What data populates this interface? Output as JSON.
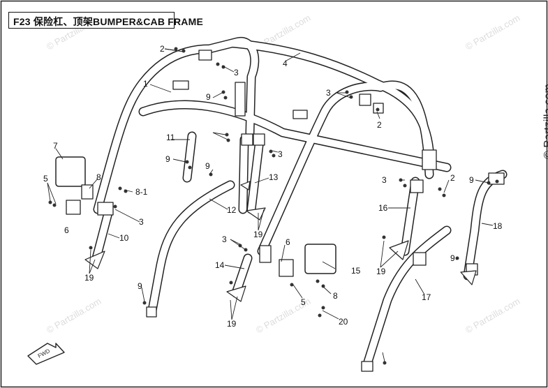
{
  "title": "F23 保险杠、顶架BUMPER&CAB FRAME",
  "copyright": "© Partzilla.com",
  "watermark": "© Partzilla.com",
  "fwd_label": "FWD",
  "callouts": [
    "1",
    "2",
    "2",
    "2",
    "3",
    "3",
    "3",
    "3",
    "3",
    "3",
    "4",
    "5",
    "5",
    "6",
    "6",
    "7",
    "8",
    "8",
    "8-1",
    "9",
    "9",
    "9",
    "9",
    "9",
    "9",
    "10",
    "11",
    "12",
    "13",
    "14",
    "15",
    "16",
    "17",
    "18",
    "19",
    "19",
    "19",
    "19",
    "20"
  ]
}
